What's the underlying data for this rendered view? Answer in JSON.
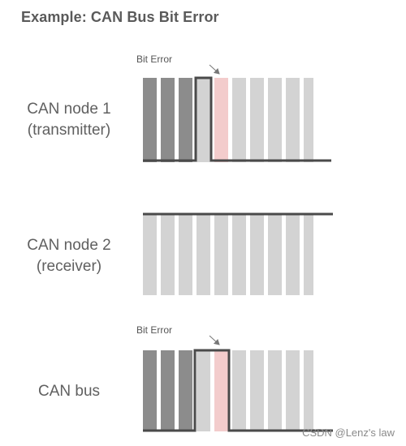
{
  "title": "Example: CAN Bus Bit Error",
  "rows": [
    {
      "label_line1": "CAN node 1",
      "label_line2": "(transmitter)"
    },
    {
      "label_line1": "CAN node 2",
      "label_line2": "(receiver)"
    },
    {
      "label_line1": "CAN bus",
      "label_line2": ""
    }
  ],
  "bit_error_label": "Bit Error",
  "watermark": "CSDN @Lenz's law",
  "colors": {
    "dark_bit": "#8c8c8c",
    "light_bit": "#d3d3d3",
    "error_bit": "#f3cccc",
    "signal_line": "#4a4a4a",
    "label_text": "#606060"
  }
}
